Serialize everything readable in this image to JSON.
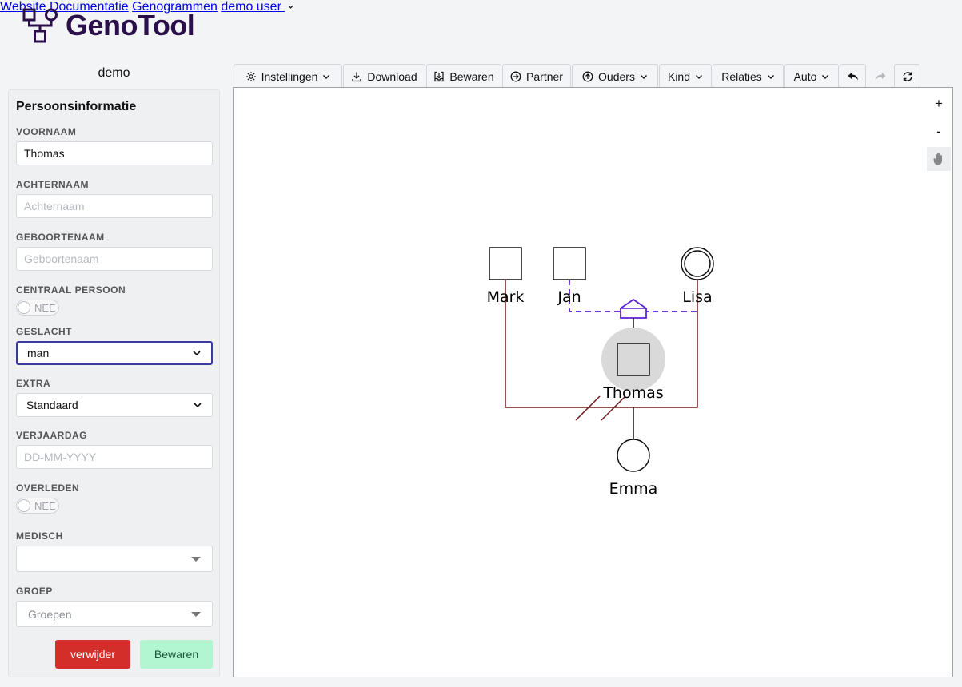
{
  "app": {
    "name": "GenoTool"
  },
  "header": {
    "nav": [
      {
        "label": "Website"
      },
      {
        "label": "Documentatie"
      },
      {
        "label": "Genogrammen"
      },
      {
        "label": "demo user"
      }
    ]
  },
  "project": {
    "name": "demo"
  },
  "person_panel": {
    "title": "Persoonsinformatie",
    "voornaam": {
      "label": "VOORNAAM",
      "value": "Thomas"
    },
    "achternaam": {
      "label": "ACHTERNAAM",
      "placeholder": "Achternaam"
    },
    "geboortenaam": {
      "label": "GEBOORTENAAM",
      "placeholder": "Geboortenaam"
    },
    "centraal_persoon": {
      "label": "CENTRAAL PERSOON",
      "toggle": "NEE"
    },
    "geslacht": {
      "label": "GESLACHT",
      "value": "man"
    },
    "extra": {
      "label": "EXTRA",
      "value": "Standaard"
    },
    "verjaardag": {
      "label": "VERJAARDAG",
      "placeholder": "DD-MM-YYYY"
    },
    "overleden": {
      "label": "OVERLEDEN",
      "toggle": "NEE"
    },
    "medisch": {
      "label": "MEDISCH",
      "value": ""
    },
    "groep": {
      "label": "GROEP",
      "placeholder": "Groepen"
    },
    "delete_label": "verwijder",
    "save_label": "Bewaren"
  },
  "toolbar": {
    "settings": "Instellingen",
    "download": "Download",
    "save": "Bewaren",
    "partner": "Partner",
    "parents": "Ouders",
    "child": "Kind",
    "relations": "Relaties",
    "auto": "Auto"
  },
  "canvas": {
    "zoom_in": "+",
    "zoom_out": "-"
  },
  "genogram": {
    "persons": [
      {
        "name": "Mark",
        "sex": "male"
      },
      {
        "name": "Jan",
        "sex": "male"
      },
      {
        "name": "Lisa",
        "sex": "female",
        "marker": "double-circle"
      },
      {
        "name": "Thomas",
        "sex": "male",
        "selected": true
      },
      {
        "name": "Emma",
        "sex": "female"
      }
    ],
    "colors": {
      "partner_relation": "#5b21d6",
      "divorce_relation": "#6b1c1c",
      "selection": "#d9d9d9"
    }
  }
}
